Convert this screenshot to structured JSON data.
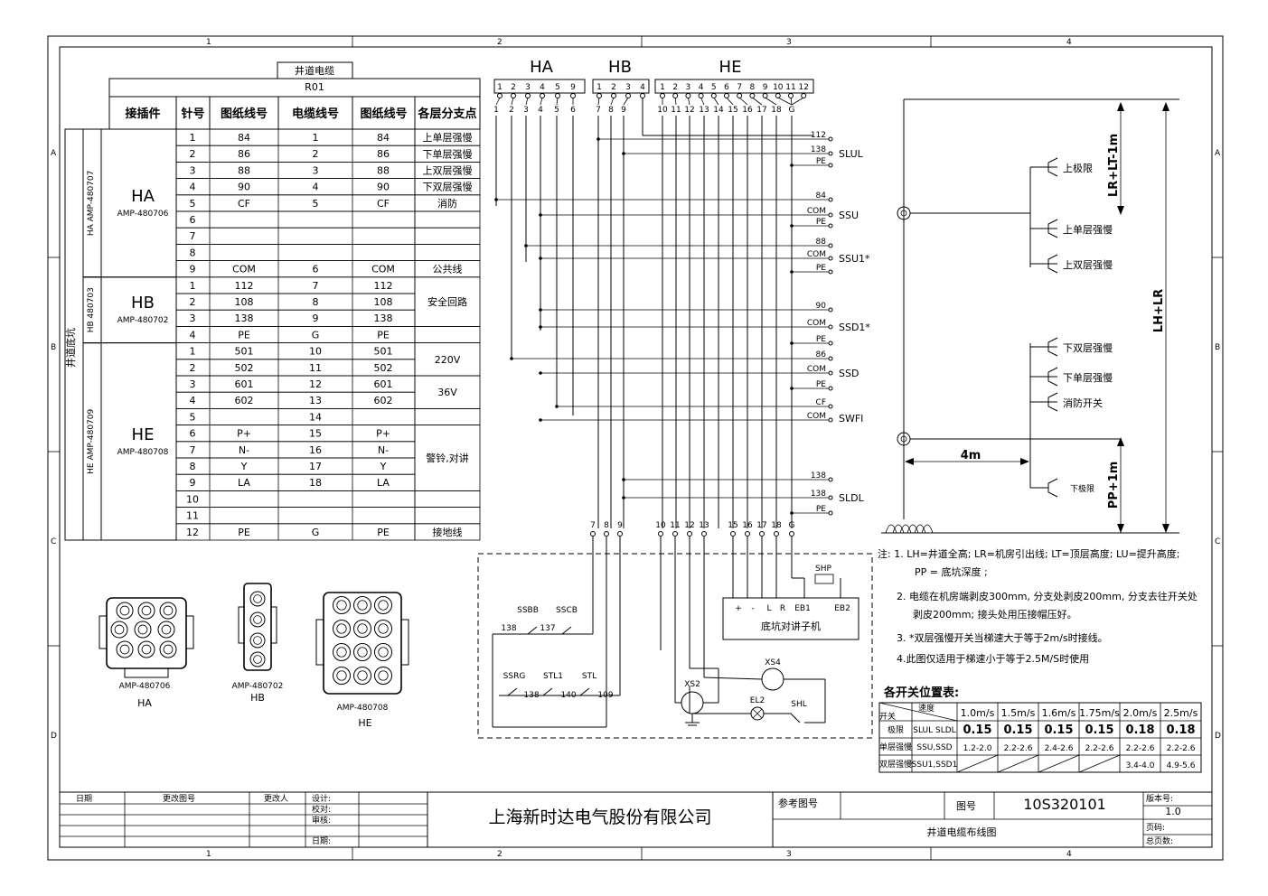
{
  "grid_columns": [
    "1",
    "2",
    "3",
    "4"
  ],
  "grid_rows": [
    "A",
    "B",
    "C",
    "D"
  ],
  "table": {
    "title": "井道电缆",
    "cable_id": "R01",
    "headers": [
      "接插件",
      "针号",
      "图纸线号",
      "电缆线号",
      "图纸线号",
      "各层分支点"
    ],
    "side_label": "井道底坑",
    "connectors": [
      {
        "name": "HA",
        "part": "AMP-480706",
        "side_part": "HA AMP-480707",
        "pins": [
          {
            "pin": "1",
            "drw": "84",
            "cab": "1",
            "drw2": "84"
          },
          {
            "pin": "2",
            "drw": "86",
            "cab": "2",
            "drw2": "86"
          },
          {
            "pin": "3",
            "drw": "88",
            "cab": "3",
            "drw2": "88"
          },
          {
            "pin": "4",
            "drw": "90",
            "cab": "4",
            "drw2": "90"
          },
          {
            "pin": "5",
            "drw": "CF",
            "cab": "5",
            "drw2": "CF"
          },
          {
            "pin": "6",
            "drw": "",
            "cab": "",
            "drw2": ""
          },
          {
            "pin": "7",
            "drw": "",
            "cab": "",
            "drw2": ""
          },
          {
            "pin": "8",
            "drw": "",
            "cab": "",
            "drw2": ""
          },
          {
            "pin": "9",
            "drw": "COM",
            "cab": "6",
            "drw2": "COM"
          }
        ]
      },
      {
        "name": "HB",
        "part": "AMP-480702",
        "side_part": "HB 480703",
        "pins": [
          {
            "pin": "1",
            "drw": "112",
            "cab": "7",
            "drw2": "112"
          },
          {
            "pin": "2",
            "drw": "108",
            "cab": "8",
            "drw2": "108"
          },
          {
            "pin": "3",
            "drw": "138",
            "cab": "9",
            "drw2": "138"
          },
          {
            "pin": "4",
            "drw": "PE",
            "cab": "G",
            "drw2": "PE"
          }
        ]
      },
      {
        "name": "HE",
        "part": "AMP-480708",
        "side_part": "HE AMP-480709",
        "pins": [
          {
            "pin": "1",
            "drw": "501",
            "cab": "10",
            "drw2": "501"
          },
          {
            "pin": "2",
            "drw": "502",
            "cab": "11",
            "drw2": "502"
          },
          {
            "pin": "3",
            "drw": "601",
            "cab": "12",
            "drw2": "601"
          },
          {
            "pin": "4",
            "drw": "602",
            "cab": "13",
            "drw2": "602"
          },
          {
            "pin": "5",
            "drw": "",
            "cab": "14",
            "drw2": ""
          },
          {
            "pin": "6",
            "drw": "P+",
            "cab": "15",
            "drw2": "P+"
          },
          {
            "pin": "7",
            "drw": "N-",
            "cab": "16",
            "drw2": "N-"
          },
          {
            "pin": "8",
            "drw": "Y",
            "cab": "17",
            "drw2": "Y"
          },
          {
            "pin": "9",
            "drw": "LA",
            "cab": "18",
            "drw2": "LA"
          },
          {
            "pin": "10",
            "drw": "",
            "cab": "",
            "drw2": ""
          },
          {
            "pin": "11",
            "drw": "",
            "cab": "",
            "drw2": ""
          },
          {
            "pin": "12",
            "drw": "PE",
            "cab": "G",
            "drw2": "PE"
          }
        ]
      }
    ],
    "branches": [
      "上单层强慢",
      "下单层强慢",
      "上双层强慢",
      "下双层强慢",
      "消防",
      "公共线",
      "安全回路",
      "220V",
      "36V",
      "警铃,对讲",
      "接地线"
    ]
  },
  "connector_pics": [
    {
      "part": "AMP-480706",
      "name": "HA"
    },
    {
      "part": "AMP-480702",
      "name": "HB"
    },
    {
      "part": "AMP-480708",
      "name": "HE"
    }
  ],
  "wiring": {
    "headers": [
      "HA",
      "HB",
      "HE"
    ],
    "ha_pins": [
      "1",
      "2",
      "3",
      "4",
      "5",
      "9"
    ],
    "hb_pins": [
      "1",
      "2",
      "3",
      "4"
    ],
    "he_pins": [
      "1",
      "2",
      "3",
      "4",
      "5",
      "6",
      "7",
      "8",
      "9",
      "10",
      "11",
      "12"
    ],
    "cable_nums": [
      "1",
      "2",
      "3",
      "4",
      "5",
      "6",
      "7",
      "8",
      "9",
      "10",
      "11",
      "12",
      "13",
      "14",
      "15",
      "16",
      "17",
      "18",
      "G"
    ],
    "switch_groups": [
      {
        "name": "SLUL",
        "wires": [
          "112",
          "138",
          "PE"
        ]
      },
      {
        "name": "SSU",
        "wires": [
          "84",
          "COM",
          "PE"
        ]
      },
      {
        "name": "SSU1*",
        "wires": [
          "88",
          "COM",
          "PE"
        ]
      },
      {
        "name": "SSD1*",
        "wires": [
          "90",
          "COM",
          "PE"
        ]
      },
      {
        "name": "SSD",
        "wires": [
          "86",
          "COM",
          "PE"
        ]
      },
      {
        "name": "SWFI",
        "wires": [
          "CF",
          "COM"
        ]
      },
      {
        "name": "SLDL",
        "wires": [
          "138",
          "138",
          "PE"
        ]
      }
    ],
    "bottom_nums": [
      "7",
      "8",
      "9",
      "10",
      "11",
      "12",
      "13",
      "15",
      "16",
      "17",
      "18",
      "G"
    ],
    "pit_labels": [
      "SSBB",
      "SSCB",
      "138",
      "137",
      "SSRG",
      "STL1",
      "STL",
      "138",
      "140",
      "109",
      "XS2",
      "XS4",
      "EL2",
      "SHL",
      "SHP"
    ],
    "pit_box_terms": [
      "+",
      "-",
      "L",
      "R",
      "EB1",
      "EB2"
    ],
    "pit_box_label": "底坑对讲子机"
  },
  "shaft": {
    "top_dim": "LR+LT-1m",
    "total_dim": "LH+LR",
    "bottom_dim": "PP+1m",
    "horiz_dim": "4m",
    "switches_upper": [
      "上极限",
      "上单层强慢",
      "上双层强慢"
    ],
    "switches_lower": [
      "下双层强慢",
      "下单层强慢",
      "消防开关",
      "下极限"
    ]
  },
  "notes": [
    "注: 1. LH=井道全高; LR=机房引出线; LT=顶层高度; LU=提升高度;",
    "PP = 底坑深度 ;",
    "2. 电缆在机房端剥皮300mm, 分支处剥皮200mm, 分支去往开关处",
    "剥皮200mm; 接头处用压接帽压好。",
    "3. *双层强慢开关当梯速大于等于2m/s时接线。",
    "4.此图仅适用于梯速小于等于2.5M/S时使用"
  ],
  "switch_table": {
    "title": "各开关位置表:",
    "corner": [
      "速度",
      "开关"
    ],
    "speeds": [
      "1.0m/s",
      "1.5m/s",
      "1.6m/s",
      "1.75m/s",
      "2.0m/s",
      "2.5m/s"
    ],
    "rows": [
      {
        "label": "极限",
        "switch": "SLUL SLDL",
        "values": [
          "0.15",
          "0.15",
          "0.15",
          "0.15",
          "0.18",
          "0.18"
        ]
      },
      {
        "label": "单层强慢",
        "switch": "SSU,SSD",
        "values": [
          "1.2-2.0",
          "2.2-2.6",
          "2.4-2.6",
          "2.2-2.6",
          "2.2-2.6",
          "2.2-2.6"
        ]
      },
      {
        "label": "双层强慢",
        "switch": "SSU1,SSD1",
        "values": [
          "",
          "",
          "",
          "",
          "3.4-4.0",
          "4.9-5.6"
        ]
      }
    ]
  },
  "title_block": {
    "col_heads": [
      "日期",
      "更改图号",
      "更改人"
    ],
    "sign_labels": [
      "设计:",
      "校对:",
      "审核:",
      "日期:"
    ],
    "company": "上海新时达电气股份有限公司",
    "ref_label": "参考图号",
    "drawing_no_label": "图号",
    "drawing_no": "10S320101",
    "version_label": "版本号:",
    "version": "1.0",
    "drawing_title": "井道电缆布线图",
    "page_label": "页码:",
    "total_label": "总页数:"
  }
}
